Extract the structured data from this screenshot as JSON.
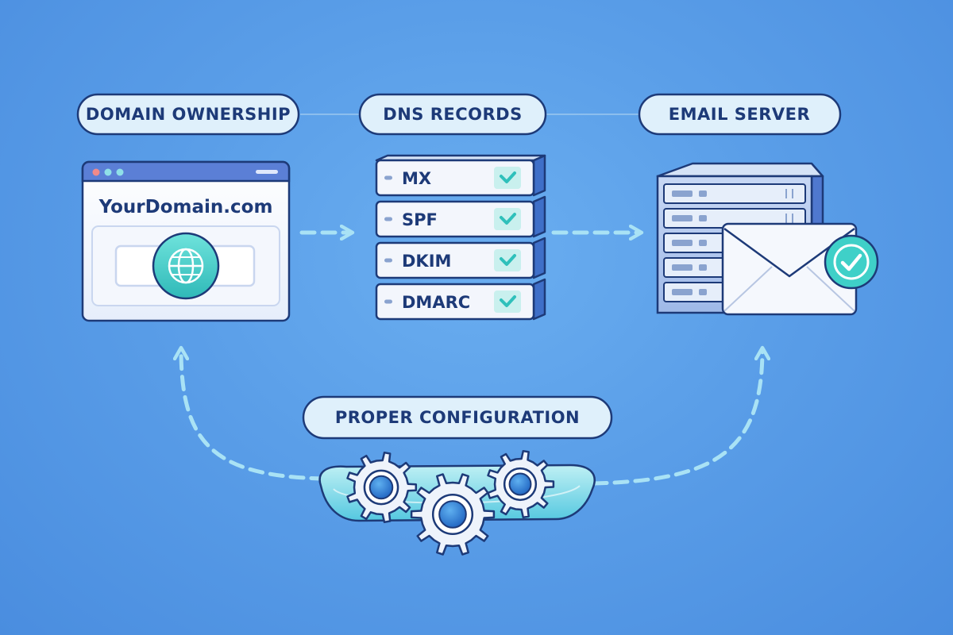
{
  "labels": {
    "domain_ownership": "DOMAIN OWNERSHIP",
    "dns_records": "DNS RECORDS",
    "email_server": "EMAIL SERVER",
    "proper_configuration": "PROPER CONFIGURATION"
  },
  "browser": {
    "domain": "YourDomain.com"
  },
  "records": [
    "MX",
    "SPF",
    "DKIM",
    "DMARC"
  ],
  "icons": {
    "globe": "globe-icon",
    "check": "check-icon",
    "envelope": "envelope-icon",
    "server": "server-icon",
    "gear": "gear-icon"
  },
  "colors": {
    "background": "#5a9ee8",
    "pill_fill": "#dff0fb",
    "pill_stroke": "#1d3a78",
    "text": "#1d3a78",
    "teal": "#3fd0c8",
    "dashed_arrow": "#a9e2f5",
    "server_blue": "#3f6fc8"
  }
}
